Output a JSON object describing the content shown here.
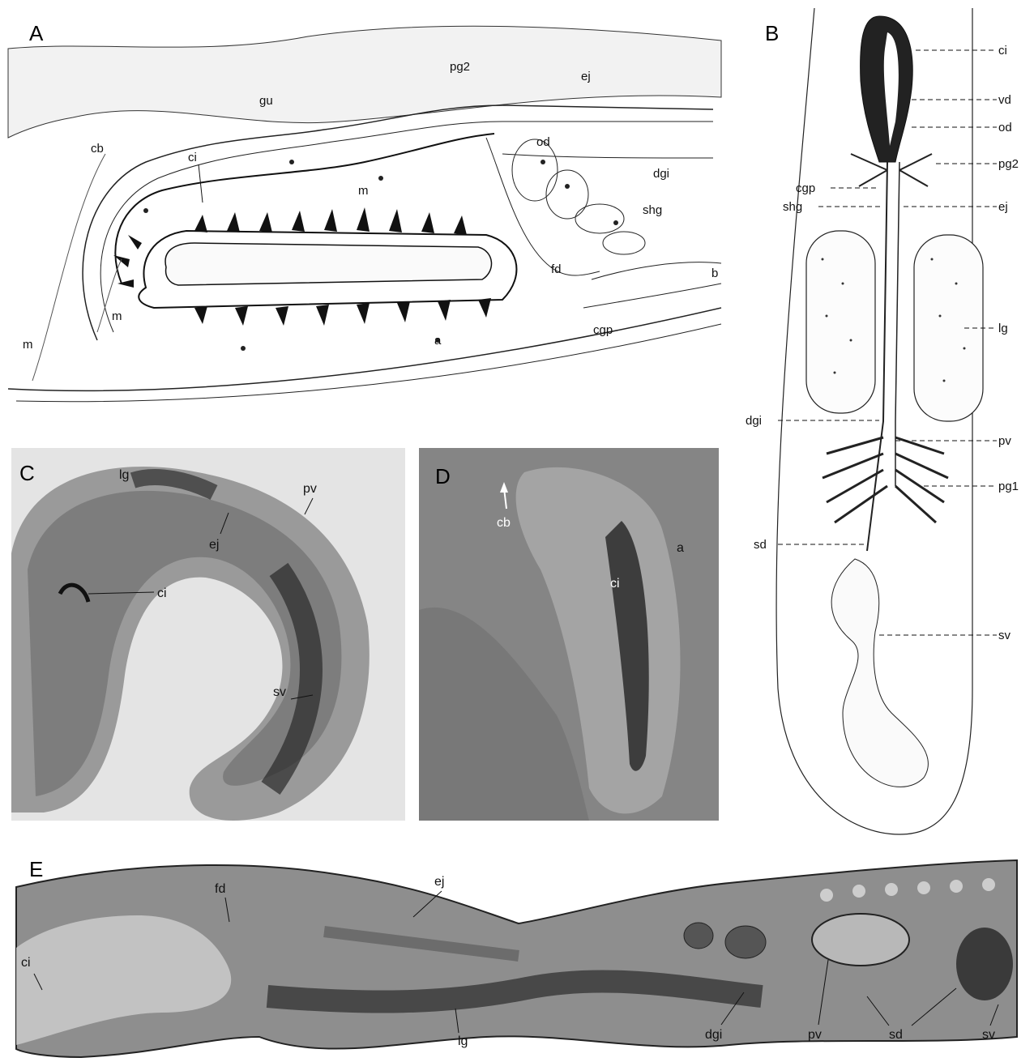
{
  "figure": {
    "panels": [
      {
        "id": "A",
        "label": "A",
        "labels": [
          "pg2",
          "ej",
          "gu",
          "cb",
          "ci",
          "od",
          "dgi",
          "m",
          "shg",
          "fd",
          "b",
          "m",
          "m",
          "cgp",
          "a"
        ]
      },
      {
        "id": "B",
        "label": "B",
        "labels": [
          "ci",
          "vd",
          "od",
          "pg2",
          "cgp",
          "ej",
          "shg",
          "lg",
          "dgi",
          "pv",
          "pg1",
          "sd",
          "sv"
        ]
      },
      {
        "id": "C",
        "label": "C",
        "labels": [
          "lg",
          "pv",
          "ej",
          "ci",
          "sv"
        ]
      },
      {
        "id": "D",
        "label": "D",
        "labels": [
          "cb",
          "a",
          "ci"
        ]
      },
      {
        "id": "E",
        "label": "E",
        "labels": [
          "fd",
          "ej",
          "ci",
          "lg",
          "dgi",
          "pv",
          "sd",
          "sv"
        ]
      }
    ]
  },
  "colors": {
    "ink": "#111111",
    "paper": "#ffffff",
    "micro_dark": "#3a3a3a",
    "micro_light": "#d8d8d8"
  }
}
